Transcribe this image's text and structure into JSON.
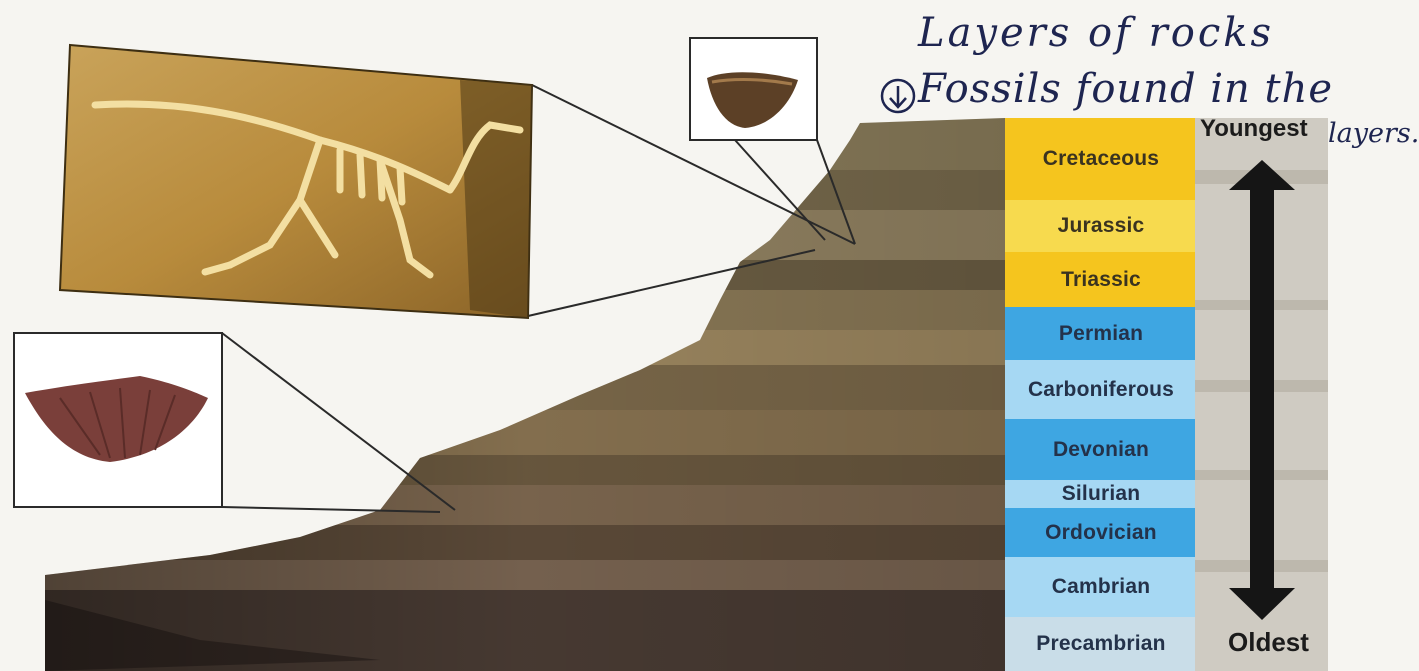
{
  "annotation": {
    "line1": "Layers of rocks",
    "line2": "Fossils found in the",
    "line3": "layers.",
    "circled_symbol": "↓"
  },
  "time_scale": {
    "youngest_label": "Youngest",
    "oldest_label": "Oldest",
    "periods": [
      {
        "name": "Cretaceous",
        "era_color": "#f5c51e"
      },
      {
        "name": "Jurassic",
        "era_color": "#f7da4e"
      },
      {
        "name": "Triassic",
        "era_color": "#f5c51e"
      },
      {
        "name": "Permian",
        "era_color": "#3ea6e2"
      },
      {
        "name": "Carboniferous",
        "era_color": "#a6d8f3"
      },
      {
        "name": "Devonian",
        "era_color": "#3ea6e2"
      },
      {
        "name": "Silurian",
        "era_color": "#a6d8f3"
      },
      {
        "name": "Ordovician",
        "era_color": "#3ea6e2"
      },
      {
        "name": "Cambrian",
        "era_color": "#a6d8f3"
      },
      {
        "name": "Precambrian",
        "era_color": "#c9dde8"
      }
    ]
  },
  "fossils": [
    {
      "name": "dinosaur skeleton"
    },
    {
      "name": "small shell"
    },
    {
      "name": "brachiopod shell"
    }
  ]
}
